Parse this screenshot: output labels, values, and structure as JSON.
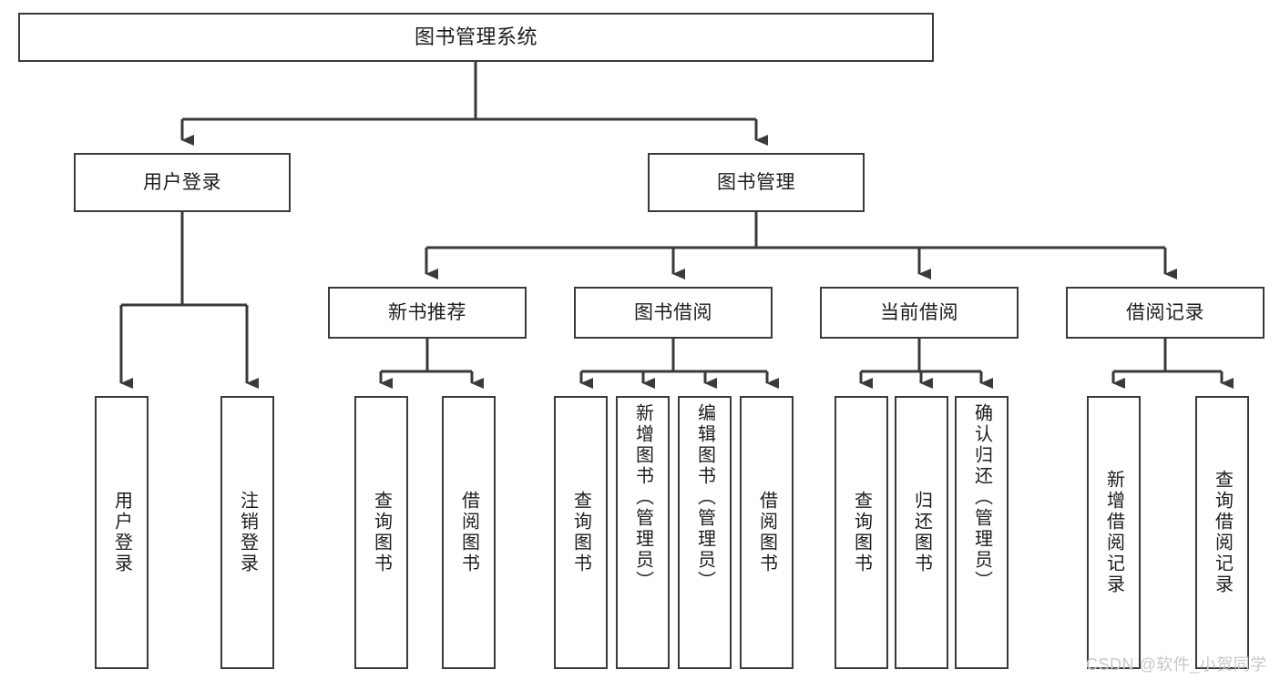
{
  "diagram": {
    "title": "图书管理系统",
    "type": "tree-hierarchy-diagram",
    "style": {
      "background": "#ffffff",
      "box_border": "#3a3a3a",
      "box_fill": "#ffffff",
      "text": "#1d1d1d",
      "connector": "#3a3a3a",
      "watermark": "#c8c8c8"
    }
  },
  "nodes": {
    "root": {
      "label": "图书管理系统"
    },
    "level1": [
      {
        "id": "user-login",
        "label": "用户登录"
      },
      {
        "id": "book-management",
        "label": "图书管理"
      }
    ],
    "level2": [
      {
        "id": "new-book-recommend",
        "label": "新书推荐"
      },
      {
        "id": "book-borrow",
        "label": "图书借阅"
      },
      {
        "id": "current-borrow",
        "label": "当前借阅"
      },
      {
        "id": "borrow-record",
        "label": "借阅记录"
      }
    ],
    "leaves": {
      "user_login": [
        {
          "id": "leaf-user-login",
          "label": "用户登录"
        },
        {
          "id": "leaf-logout",
          "label": "注销登录"
        }
      ],
      "new_book_recommend": [
        {
          "id": "leaf-query-book-1",
          "label": "查询图书"
        },
        {
          "id": "leaf-borrow-book-1",
          "label": "借阅图书"
        }
      ],
      "book_borrow": [
        {
          "id": "leaf-query-book-2",
          "label": "查询图书"
        },
        {
          "id": "leaf-add-book",
          "label": "新增图书（管理员）"
        },
        {
          "id": "leaf-edit-book",
          "label": "编辑图书（管理员）"
        },
        {
          "id": "leaf-borrow-book-2",
          "label": "借阅图书"
        }
      ],
      "current_borrow": [
        {
          "id": "leaf-query-book-3",
          "label": "查询图书"
        },
        {
          "id": "leaf-return-book",
          "label": "归还图书"
        },
        {
          "id": "leaf-confirm-return",
          "label": "确认归还（管理员）"
        }
      ],
      "borrow_record": [
        {
          "id": "leaf-add-record",
          "label": "新增借阅记录"
        },
        {
          "id": "leaf-query-record",
          "label": "查询借阅记录"
        }
      ]
    }
  },
  "watermark": {
    "text": "CSDN @软件_小贺同学"
  }
}
